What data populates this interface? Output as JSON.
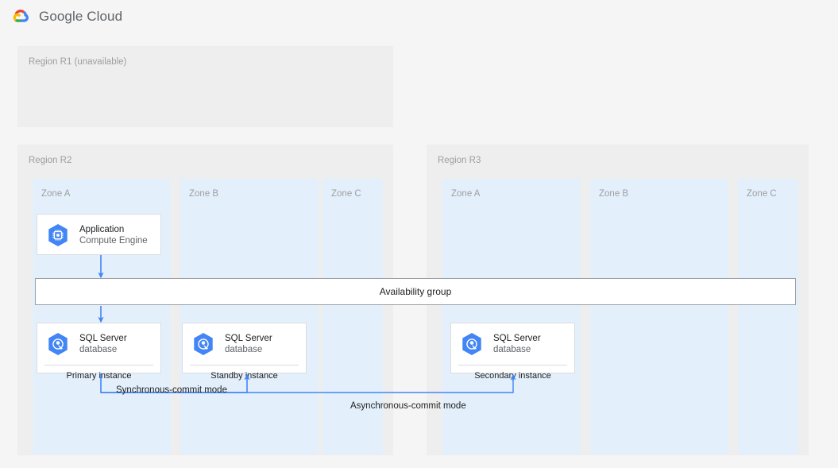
{
  "header": {
    "brand": "Google Cloud",
    "logo_icon": "google-cloud-logo-icon",
    "logo_colors": {
      "red": "#EA4335",
      "yellow": "#FBBC04",
      "green": "#34A853",
      "blue": "#4285F4"
    }
  },
  "colors": {
    "page_background": "#f5f5f5",
    "region_background": "#eeeeee",
    "zone_background": "#e3f0fb",
    "card_background": "#ffffff",
    "card_border": "#dadce0",
    "connector_blue": "#4285f4",
    "icon_hex_blue": "#4285f4",
    "muted_text": "#9e9e9e",
    "body_text": "#202124"
  },
  "regions": [
    {
      "id": "r1",
      "label": "Region R1 (unavailable)",
      "zones": []
    },
    {
      "id": "r2",
      "label": "Region R2",
      "zones": [
        {
          "id": "r2-a",
          "label": "Zone A"
        },
        {
          "id": "r2-b",
          "label": "Zone B"
        },
        {
          "id": "r2-c",
          "label": "Zone C"
        }
      ]
    },
    {
      "id": "r3",
      "label": "Region R3",
      "zones": [
        {
          "id": "r3-a",
          "label": "Zone A"
        },
        {
          "id": "r3-b",
          "label": "Zone B"
        },
        {
          "id": "r3-c",
          "label": "Zone C"
        }
      ]
    }
  ],
  "cards": {
    "application": {
      "title": "Application",
      "subtitle": "Compute Engine",
      "icon": "compute-engine-icon"
    },
    "db_primary": {
      "title": "SQL Server",
      "subtitle": "database",
      "footer": "Primary instance",
      "icon": "sql-server-database-icon"
    },
    "db_standby": {
      "title": "SQL Server",
      "subtitle": "database",
      "footer": "Standby instance",
      "icon": "sql-server-database-icon"
    },
    "db_secondary": {
      "title": "SQL Server",
      "subtitle": "database",
      "footer": "Secondary instance",
      "icon": "sql-server-database-icon"
    }
  },
  "availability_group": {
    "label": "Availability group"
  },
  "connections": [
    {
      "id": "sync",
      "label": "Synchronous-commit mode",
      "from": "db_primary",
      "to": "db_standby"
    },
    {
      "id": "async",
      "label": "Asynchronous-commit mode",
      "from": "db_primary",
      "to": "db_secondary"
    }
  ]
}
